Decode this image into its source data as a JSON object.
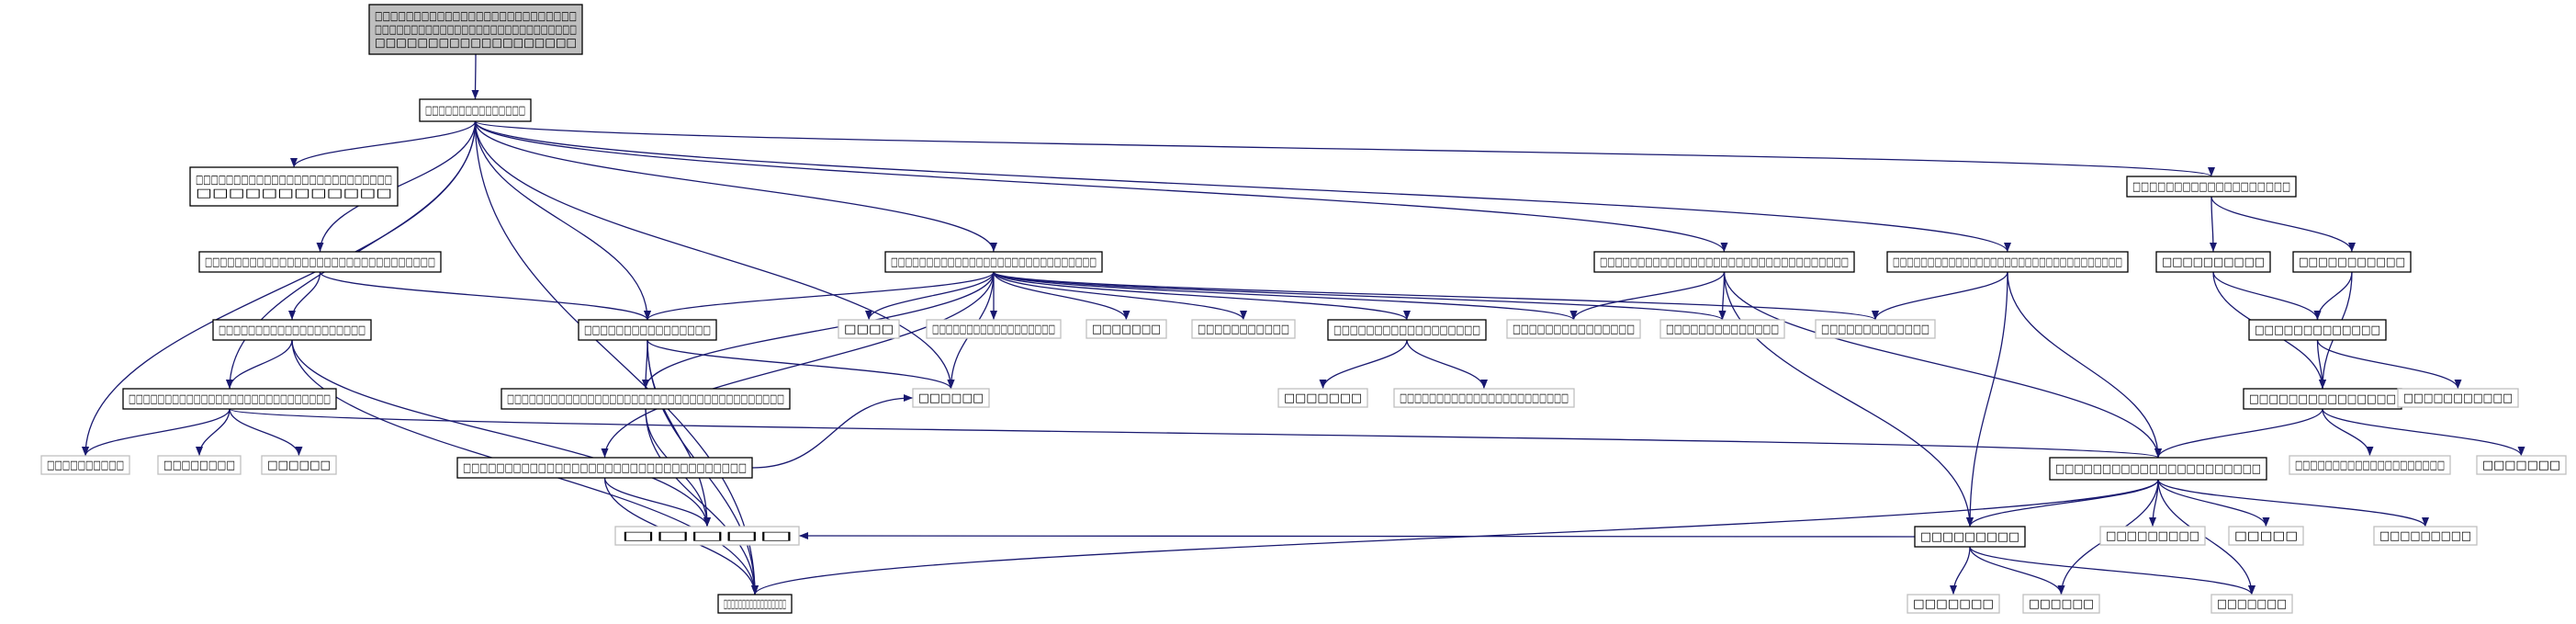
{
  "colors": {
    "edge": "#191970",
    "root_fill": "#bfbfbf",
    "node_fill": "#ffffff",
    "node_border": "#000000",
    "leaf_border": "#bfbfbf"
  },
  "nodes": [
    {
      "id": "root",
      "kind": "root",
      "lines": [
        "□□□□□□□□□□□□□□□□□□□□□□□□□□",
        "□□□□□□□□□□□□□□□□□□□□□□□□□□□□",
        "□□□□□□□□□□□□□□□□□□□"
      ]
    },
    {
      "id": "n1",
      "kind": "normal",
      "lines": [
        "□□□□□□□□□□□□□□□"
      ]
    },
    {
      "id": "n2",
      "kind": "normal",
      "lines": [
        "□□□□□□□□□□□□□□□□□□□□□□□□□□",
        "□□□□□□□□□□□□"
      ]
    },
    {
      "id": "n3",
      "kind": "normal",
      "lines": [
        "□□□□□□□□□□□□□□□□□□□□□□□□□□□□□□□"
      ]
    },
    {
      "id": "n4",
      "kind": "normal",
      "lines": [
        "□□□□□□□□□□□□□□□□□□□□"
      ]
    },
    {
      "id": "n5",
      "kind": "normal",
      "lines": [
        "□□□□□□□□□□□□□□□□□□□□□□□□□□□□"
      ]
    },
    {
      "id": "n6",
      "kind": "leaf",
      "lines": [
        "□□□□□□□□□□"
      ]
    },
    {
      "id": "n7",
      "kind": "leaf",
      "lines": [
        "□□□□□□□□"
      ]
    },
    {
      "id": "n8",
      "kind": "leaf",
      "lines": [
        "□□□□□□"
      ]
    },
    {
      "id": "n9",
      "kind": "normal",
      "lines": [
        "□□□□□□□□□□□□□□□□□□□□□□□□□□□□□"
      ]
    },
    {
      "id": "n10",
      "kind": "leaf",
      "lines": [
        "□□□□"
      ]
    },
    {
      "id": "n11",
      "kind": "leaf",
      "lines": [
        "□□□□□□□□□□□□□□□□□□"
      ]
    },
    {
      "id": "n12",
      "kind": "leaf",
      "lines": [
        "□□□□□□□"
      ]
    },
    {
      "id": "n13",
      "kind": "leaf",
      "lines": [
        "□□□□□□□□□□□"
      ]
    },
    {
      "id": "n14",
      "kind": "normal",
      "lines": [
        "□□□□□□□□□□□□□□□□□□"
      ]
    },
    {
      "id": "n15",
      "kind": "leaf",
      "lines": [
        "□□□□□□□"
      ]
    },
    {
      "id": "n16",
      "kind": "leaf",
      "lines": [
        "□□□□□□□□□□□□□□□□□□□□□□□"
      ]
    },
    {
      "id": "n17",
      "kind": "normal",
      "lines": [
        "□□□□□□□□□□□□□□□□"
      ]
    },
    {
      "id": "n18",
      "kind": "normal",
      "lines": [
        "□□□□□□□□□□□□□□□□□□□□□□□□□□□□□□□□□□□□□□"
      ]
    },
    {
      "id": "n19",
      "kind": "leaf",
      "lines": [
        "□□□□□□"
      ]
    },
    {
      "id": "n20",
      "kind": "normal",
      "lines": [
        "□□□□□□□□□□□□□□□□□□□□□□□□□□□□□□□□□"
      ]
    },
    {
      "id": "n21",
      "kind": "normal",
      "lines": [
        "□□□□□□□□□□□□□□□□□"
      ]
    },
    {
      "id": "n22",
      "kind": "normal",
      "lines": [
        "□□□□□□□□□□□□□□□□□□□□□□□□□□□□□□□□□"
      ]
    },
    {
      "id": "n23",
      "kind": "normal",
      "lines": [
        "□□□□□□□□□□□□□□□□□□□□□□□□□□□□□□□□□□"
      ]
    },
    {
      "id": "n24",
      "kind": "leaf",
      "lines": [
        "□□□□□□□□□□□□□□□"
      ]
    },
    {
      "id": "n25",
      "kind": "leaf",
      "lines": [
        "□□□□□□□□□□□□□□"
      ]
    },
    {
      "id": "n26",
      "kind": "leaf",
      "lines": [
        "□□□□□□□□□□□□□"
      ]
    },
    {
      "id": "n27",
      "kind": "leaf",
      "lines": [
        "□□□□□□"
      ]
    },
    {
      "id": "n28",
      "kind": "normal",
      "lines": [
        "□□□□□□□□□□□□□□□□□□□"
      ]
    },
    {
      "id": "n29",
      "kind": "normal",
      "lines": [
        "□□□□□□□□□□"
      ]
    },
    {
      "id": "n30",
      "kind": "normal",
      "lines": [
        "□□□□□□□□□□□"
      ]
    },
    {
      "id": "n31",
      "kind": "normal",
      "lines": [
        "□□□□□□□□□□□□□"
      ]
    },
    {
      "id": "n32",
      "kind": "normal",
      "lines": [
        "□□□□□□□□□□□□□□□"
      ]
    },
    {
      "id": "n33",
      "kind": "leaf",
      "lines": [
        "□□□□□□□□□□□"
      ]
    },
    {
      "id": "n34",
      "kind": "leaf",
      "lines": [
        "□□□□□□□□□□□□□□□□□□□□"
      ]
    },
    {
      "id": "n35",
      "kind": "leaf",
      "lines": [
        "□□□□□□□"
      ]
    },
    {
      "id": "n36",
      "kind": "normal",
      "lines": [
        "□□□□□□□□□□□□□□□□□□□□□□"
      ]
    },
    {
      "id": "n37",
      "kind": "normal",
      "lines": [
        "□□□□□□□□□"
      ]
    },
    {
      "id": "n38",
      "kind": "leaf",
      "lines": [
        "□□□□□□□□□"
      ]
    },
    {
      "id": "n39",
      "kind": "leaf",
      "lines": [
        "□□□□□"
      ]
    },
    {
      "id": "n40",
      "kind": "leaf",
      "lines": [
        "□□□□□□□□□"
      ]
    },
    {
      "id": "n41",
      "kind": "leaf",
      "lines": [
        "□□□□□□"
      ]
    },
    {
      "id": "n42",
      "kind": "leaf",
      "lines": [
        "□□□□□□□"
      ]
    },
    {
      "id": "n43",
      "kind": "leaf",
      "lines": [
        "□□□□□□□"
      ]
    },
    {
      "id": "n44",
      "kind": "leaf",
      "lines": [
        "□□□□□"
      ]
    }
  ],
  "edges": [
    [
      "root",
      "n1"
    ],
    [
      "n1",
      "n2"
    ],
    [
      "n1",
      "n3"
    ],
    [
      "n1",
      "n9"
    ],
    [
      "n1",
      "n20"
    ],
    [
      "n1",
      "n22"
    ],
    [
      "n1",
      "n28"
    ],
    [
      "n1",
      "n5"
    ],
    [
      "n1",
      "n17"
    ],
    [
      "n1",
      "n6"
    ],
    [
      "n1",
      "n21"
    ],
    [
      "n1",
      "n19"
    ],
    [
      "n3",
      "n4"
    ],
    [
      "n3",
      "n17"
    ],
    [
      "n4",
      "n5"
    ],
    [
      "n4",
      "n21"
    ],
    [
      "n4",
      "n44"
    ],
    [
      "n5",
      "n6"
    ],
    [
      "n5",
      "n7"
    ],
    [
      "n5",
      "n8"
    ],
    [
      "n5",
      "n36"
    ],
    [
      "n9",
      "n10"
    ],
    [
      "n9",
      "n11"
    ],
    [
      "n9",
      "n12"
    ],
    [
      "n9",
      "n13"
    ],
    [
      "n9",
      "n14"
    ],
    [
      "n9",
      "n23"
    ],
    [
      "n9",
      "n24"
    ],
    [
      "n9",
      "n25"
    ],
    [
      "n9",
      "n26"
    ],
    [
      "n9",
      "n17"
    ],
    [
      "n9",
      "n19"
    ],
    [
      "n9",
      "n18"
    ],
    [
      "n14",
      "n15"
    ],
    [
      "n14",
      "n16"
    ],
    [
      "n17",
      "n21"
    ],
    [
      "n17",
      "n19"
    ],
    [
      "n17",
      "n44"
    ],
    [
      "n17",
      "n18"
    ],
    [
      "n18",
      "n21"
    ],
    [
      "n18",
      "n44"
    ],
    [
      "n20",
      "n24"
    ],
    [
      "n20",
      "n25"
    ],
    [
      "n20",
      "n37"
    ],
    [
      "n20",
      "n36"
    ],
    [
      "n22",
      "n26"
    ],
    [
      "n22",
      "n37"
    ],
    [
      "n22",
      "n36"
    ],
    [
      "n23",
      "n19"
    ],
    [
      "n23",
      "n21"
    ],
    [
      "n23",
      "n44"
    ],
    [
      "n28",
      "n29"
    ],
    [
      "n28",
      "n30"
    ],
    [
      "n29",
      "n31"
    ],
    [
      "n29",
      "n32"
    ],
    [
      "n30",
      "n31"
    ],
    [
      "n30",
      "n32"
    ],
    [
      "n31",
      "n32"
    ],
    [
      "n31",
      "n33"
    ],
    [
      "n32",
      "n36"
    ],
    [
      "n32",
      "n34"
    ],
    [
      "n32",
      "n35"
    ],
    [
      "n36",
      "n21"
    ],
    [
      "n36",
      "n37"
    ],
    [
      "n36",
      "n38"
    ],
    [
      "n36",
      "n39"
    ],
    [
      "n36",
      "n40"
    ],
    [
      "n36",
      "n41"
    ],
    [
      "n36",
      "n42"
    ],
    [
      "n37",
      "n43"
    ],
    [
      "n37",
      "n41"
    ],
    [
      "n37",
      "n42"
    ],
    [
      "n37",
      "n44"
    ]
  ]
}
